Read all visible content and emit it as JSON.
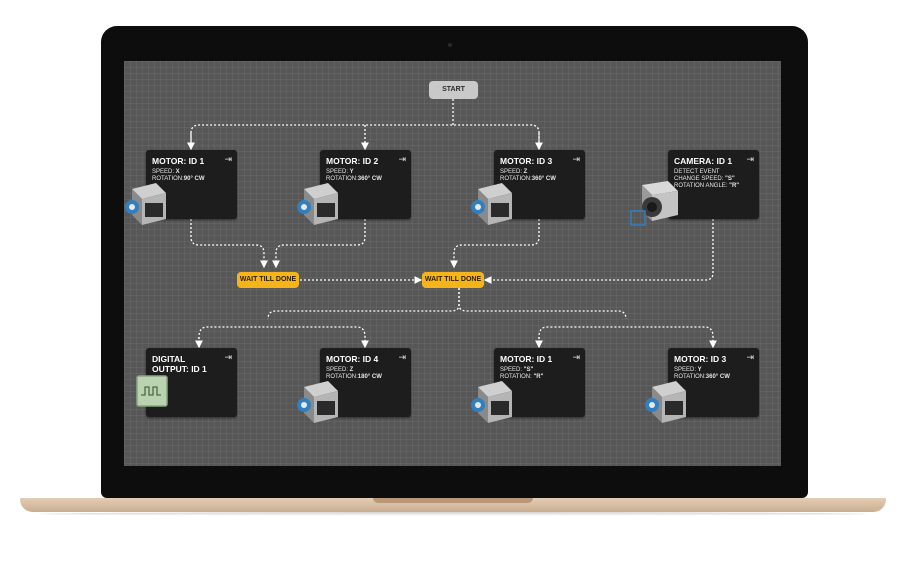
{
  "flow": {
    "start": "START",
    "wait": "WAIT TILL DONE",
    "exit_glyph": "⇥"
  },
  "nodes": [
    {
      "title": "MOTOR: ID 1",
      "p1": "SPEED:",
      "v1": " X",
      "p2": "ROTATION:",
      "v2": "90° CW",
      "icon": "stepper-motor-icon"
    },
    {
      "title": "MOTOR: ID 2",
      "p1": "SPEED:",
      "v1": " Y",
      "p2": "ROTATION:",
      "v2": "360° CW",
      "icon": "stepper-motor-icon"
    },
    {
      "title": "MOTOR: ID 3",
      "p1": "SPEED:",
      "v1": " Z",
      "p2": "ROTATION:",
      "v2": "360° CW",
      "icon": "stepper-motor-icon"
    },
    {
      "title": "CAMERA: ID 1",
      "l1": "DETECT EVENT",
      "l2": "CHANGE SPEED: ",
      "v2": "\"S\"",
      "l3": "ROTATION ANGLE: ",
      "v3": "\"R\"",
      "icon": "camera-module-icon"
    },
    {
      "title": "DIGITAL\nOUTPUT: ID 1",
      "icon": "digital-output-icon"
    },
    {
      "title": "MOTOR: ID 4",
      "p1": "SPEED:",
      "v1": " Z",
      "p2": "ROTATION:",
      "v2": "180° CW",
      "icon": "stepper-motor-icon"
    },
    {
      "title": "MOTOR: ID 1",
      "p1": "SPEED:",
      "v1": " \"S\"",
      "p2": "ROTATION:",
      "v2": " \"R\"",
      "icon": "stepper-motor-icon"
    },
    {
      "title": "MOTOR: ID 3",
      "p1": "SPEED:",
      "v1": " Y",
      "p2": "ROTATION:",
      "v2": "360° CW",
      "icon": "stepper-motor-icon"
    }
  ],
  "colors": {
    "screen": "#575757",
    "node": "#1d1d1d",
    "wait": "#f5b51a",
    "start": "#c9c9c9",
    "link": "#ffffff"
  }
}
